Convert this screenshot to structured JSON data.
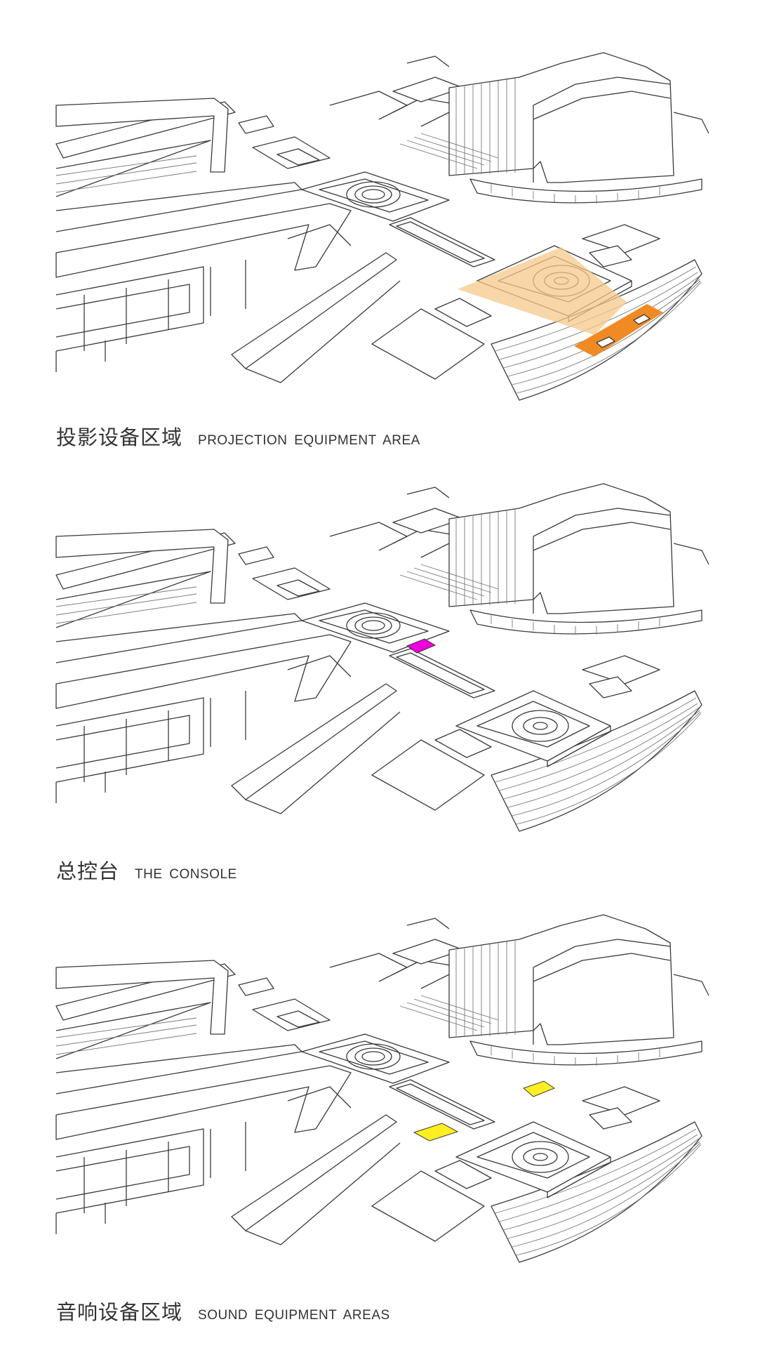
{
  "panels": [
    {
      "title_cn": "投影设备区域",
      "title_en": "PROJECTION EQUIPMENT AREA",
      "highlight": "projection",
      "color": "#f08a24",
      "cone_color": "#f5c88a"
    },
    {
      "title_cn": "总控台",
      "title_en": "THE CONSOLE",
      "highlight": "console",
      "color": "#ee00dd"
    },
    {
      "title_cn": "音响设备区域",
      "title_en": "SOUND EQUIPMENT AREAS",
      "highlight": "sound",
      "color": "#ffee22"
    }
  ]
}
